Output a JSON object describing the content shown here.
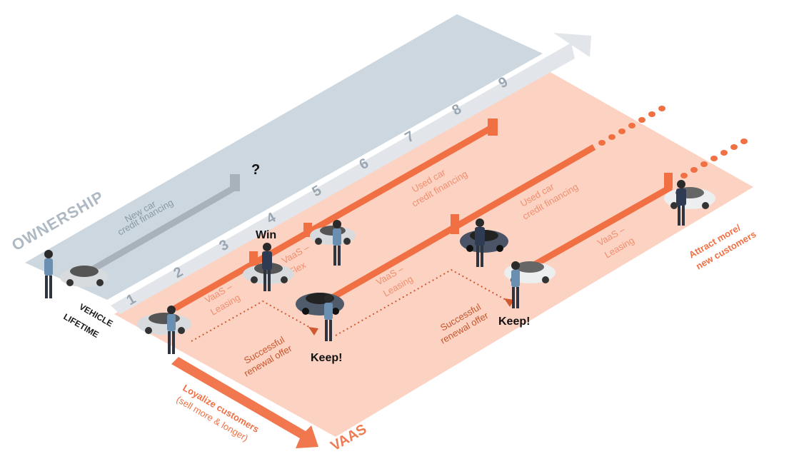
{
  "ownership_title": "OWNERSHIP",
  "vehicle_lifetime": {
    "line1": "VEHICLE",
    "line2": "LIFETIME"
  },
  "timeline_numbers": [
    "1",
    "2",
    "3",
    "4",
    "5",
    "6",
    "7",
    "8",
    "9"
  ],
  "tracks": {
    "new_car": {
      "line1": "New car",
      "line2": "credit financing",
      "end_mark": "?"
    },
    "track1": {
      "leasing_line1": "VaaS –",
      "leasing_line2": "Leasing",
      "flex_line1": "VaaS –",
      "flex_line2": "Flex",
      "used_line1": "Used car",
      "used_line2": "credit financing",
      "win": "Win"
    },
    "track2": {
      "leasing_line1": "VaaS –",
      "leasing_line2": "Leasing",
      "used_line1": "Used car",
      "used_line2": "credit financing",
      "keep": "Keep!"
    },
    "track3": {
      "leasing_line1": "VaaS –",
      "leasing_line2": "Leasing",
      "keep": "Keep!"
    }
  },
  "renewal_offers": [
    {
      "line1": "Successful",
      "line2": "renewal offer"
    },
    {
      "line1": "Successful",
      "line2": "renewal offer"
    }
  ],
  "attract": {
    "line1": "Attract more/",
    "line2": "new customers"
  },
  "loyalize": {
    "line1": "Loyalize customers",
    "line2": "(sell more & longer)"
  },
  "vaas_title": "VAAS",
  "colors": {
    "ownership_plane": "#ccd7df",
    "vaas_plane": "#fcd2c2",
    "timeline_band": "#e2e6ea",
    "track_orange": "#f07044",
    "track_gray": "#a9b2ba",
    "arrow_orange": "#f07044"
  },
  "icons": [
    "car-icon",
    "person-icon",
    "arrow-icon",
    "dots-icon"
  ]
}
